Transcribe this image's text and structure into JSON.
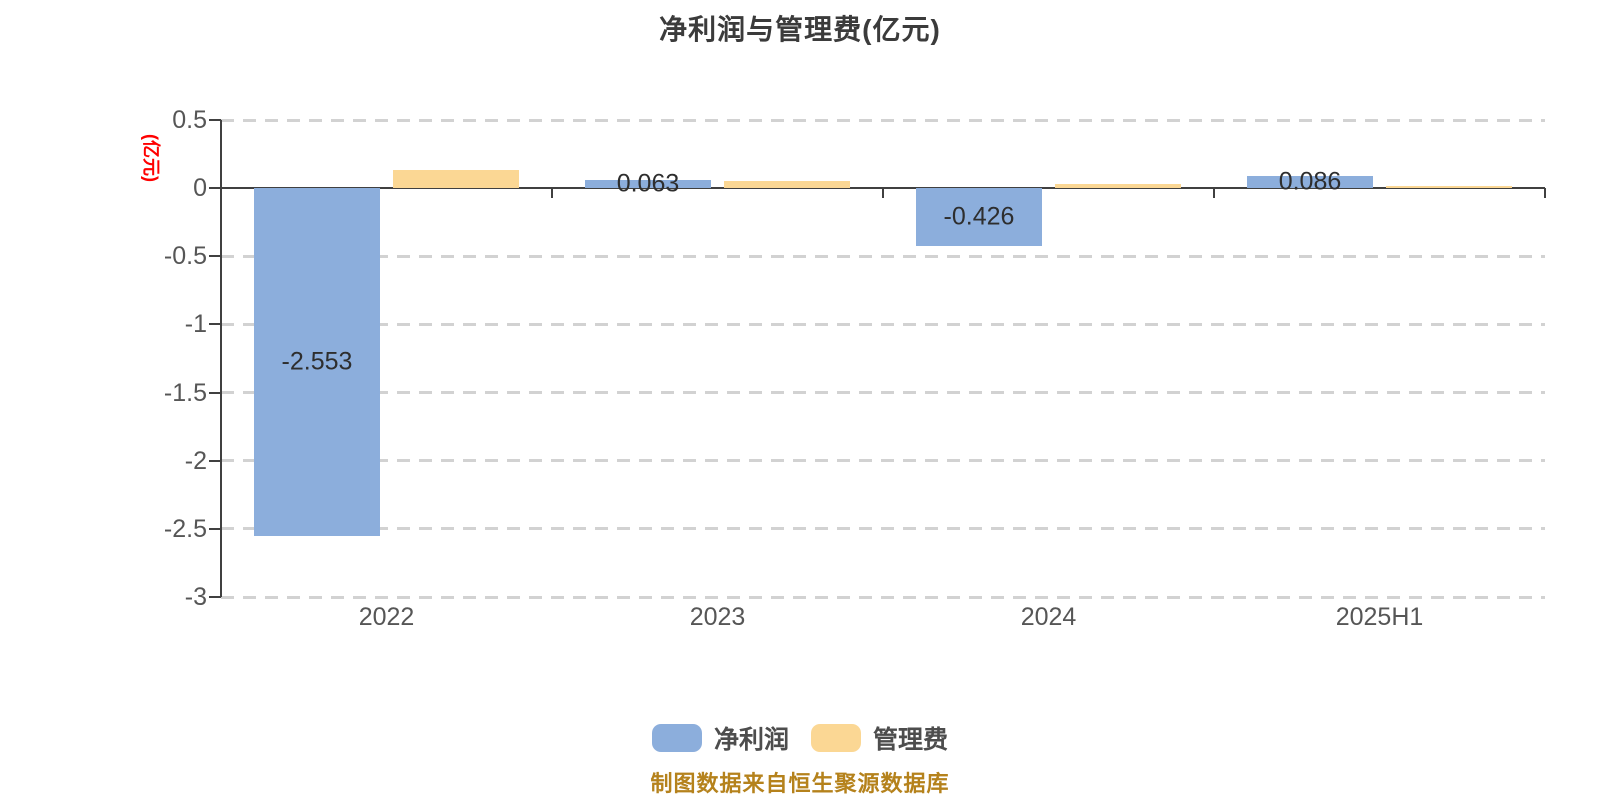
{
  "title": "净利润与管理费(亿元)",
  "y_axis_unit": "(亿元)",
  "footer": "制图数据来自恒生聚源数据库",
  "legend": {
    "items": [
      {
        "label": "净利润",
        "color": "#8CAEDC"
      },
      {
        "label": "管理费",
        "color": "#FBD794"
      }
    ]
  },
  "colors": {
    "net_profit_bar": "#8CAEDC",
    "management_fee_bar": "#FBD794",
    "title_text": "#3B3B3B",
    "axis_text": "#565656",
    "axis_line": "#404040",
    "gridline": "#D2D2D2",
    "unit_label": "#FF0000",
    "footer_text": "#B5821C",
    "value_label": "#2E2E2E"
  },
  "chart_data": {
    "type": "bar",
    "title": "净利润与管理费(亿元)",
    "ylabel": "(亿元)",
    "categories": [
      "2022",
      "2023",
      "2024",
      "2025H1"
    ],
    "series": [
      {
        "name": "净利润",
        "color": "#8CAEDC",
        "values": [
          -2.553,
          0.063,
          -0.426,
          0.086
        ],
        "value_labels": [
          "-2.553",
          "0.063",
          "-0.426",
          "0.086"
        ]
      },
      {
        "name": "管理费",
        "color": "#FBD794",
        "values": [
          0.13,
          0.055,
          0.034,
          0.017
        ],
        "value_labels": [
          null,
          null,
          null,
          null
        ]
      }
    ],
    "ylim": [
      -3,
      0.5
    ],
    "yticks": [
      0.5,
      0,
      -0.5,
      -1,
      -1.5,
      -2,
      -2.5,
      -3
    ],
    "ytick_labels": [
      "0.5",
      "0",
      "-0.5",
      "-1",
      "-1.5",
      "-2",
      "-2.5",
      "-3"
    ],
    "grid": "horizontal-dashed",
    "legend_position": "bottom"
  }
}
